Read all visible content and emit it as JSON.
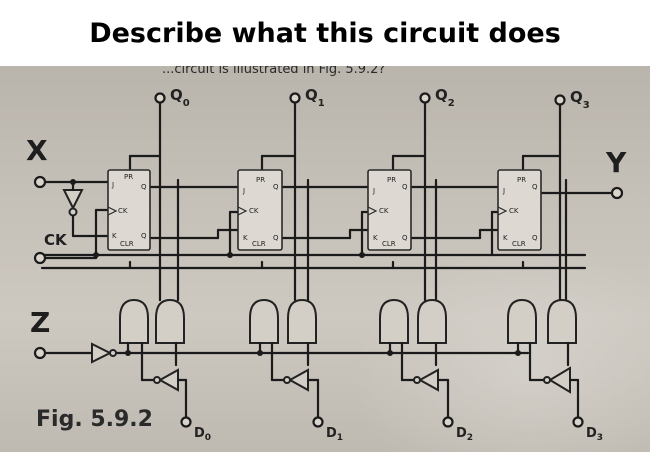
{
  "header": {
    "title": "Describe what this circuit does"
  },
  "photo": {
    "fig_reference": "...circuit is illustrated in Fig. 5.9.2?",
    "caption": "Fig. 5.9.2",
    "inputs": {
      "x": "X",
      "clock": "CK",
      "z": "Z"
    },
    "output": "Y",
    "q_outputs": [
      {
        "name": "Q",
        "sub": "0"
      },
      {
        "name": "Q",
        "sub": "1"
      },
      {
        "name": "Q",
        "sub": "2"
      },
      {
        "name": "Q",
        "sub": "3"
      }
    ],
    "d_inputs": [
      {
        "name": "D",
        "sub": "0"
      },
      {
        "name": "D",
        "sub": "1"
      },
      {
        "name": "D",
        "sub": "2"
      },
      {
        "name": "D",
        "sub": "3"
      }
    ],
    "flipflop_pins": {
      "j": "J",
      "k": "K",
      "clock": "CK",
      "preset": "PR",
      "clear": "CLR",
      "q": "Q",
      "q_bar": "Q"
    }
  }
}
